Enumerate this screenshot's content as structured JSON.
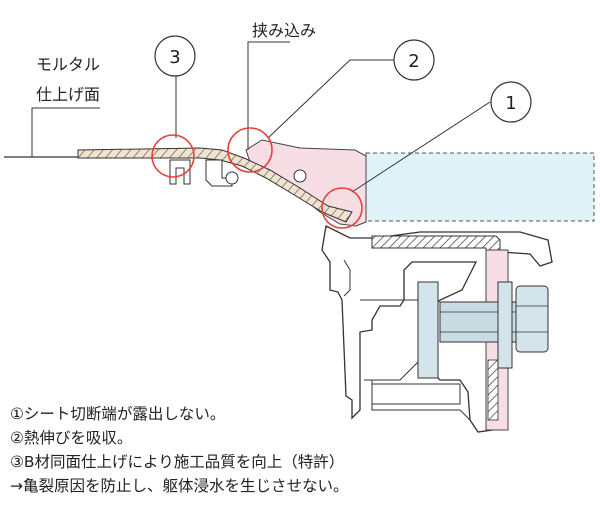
{
  "labels": {
    "mortar_line1": "モルタル",
    "mortar_line2": "仕上げ面",
    "sandwich": "挟み込み"
  },
  "callouts": [
    {
      "num": "1"
    },
    {
      "num": "2"
    },
    {
      "num": "3"
    }
  ],
  "notes": [
    "①シート切断端が露出しない。",
    "②熱伸びを吸収。",
    "③B材同面仕上げにより施工品質を向上（特許）",
    "→亀裂原因を防止し、躯体浸水を生じさせない。"
  ],
  "colors": {
    "glass": "#dff2f8",
    "profile": "#ffffff",
    "pink_part": "#f7dde4",
    "callout_red": "#e8403a",
    "hatch_tan": "#c9a27a"
  }
}
